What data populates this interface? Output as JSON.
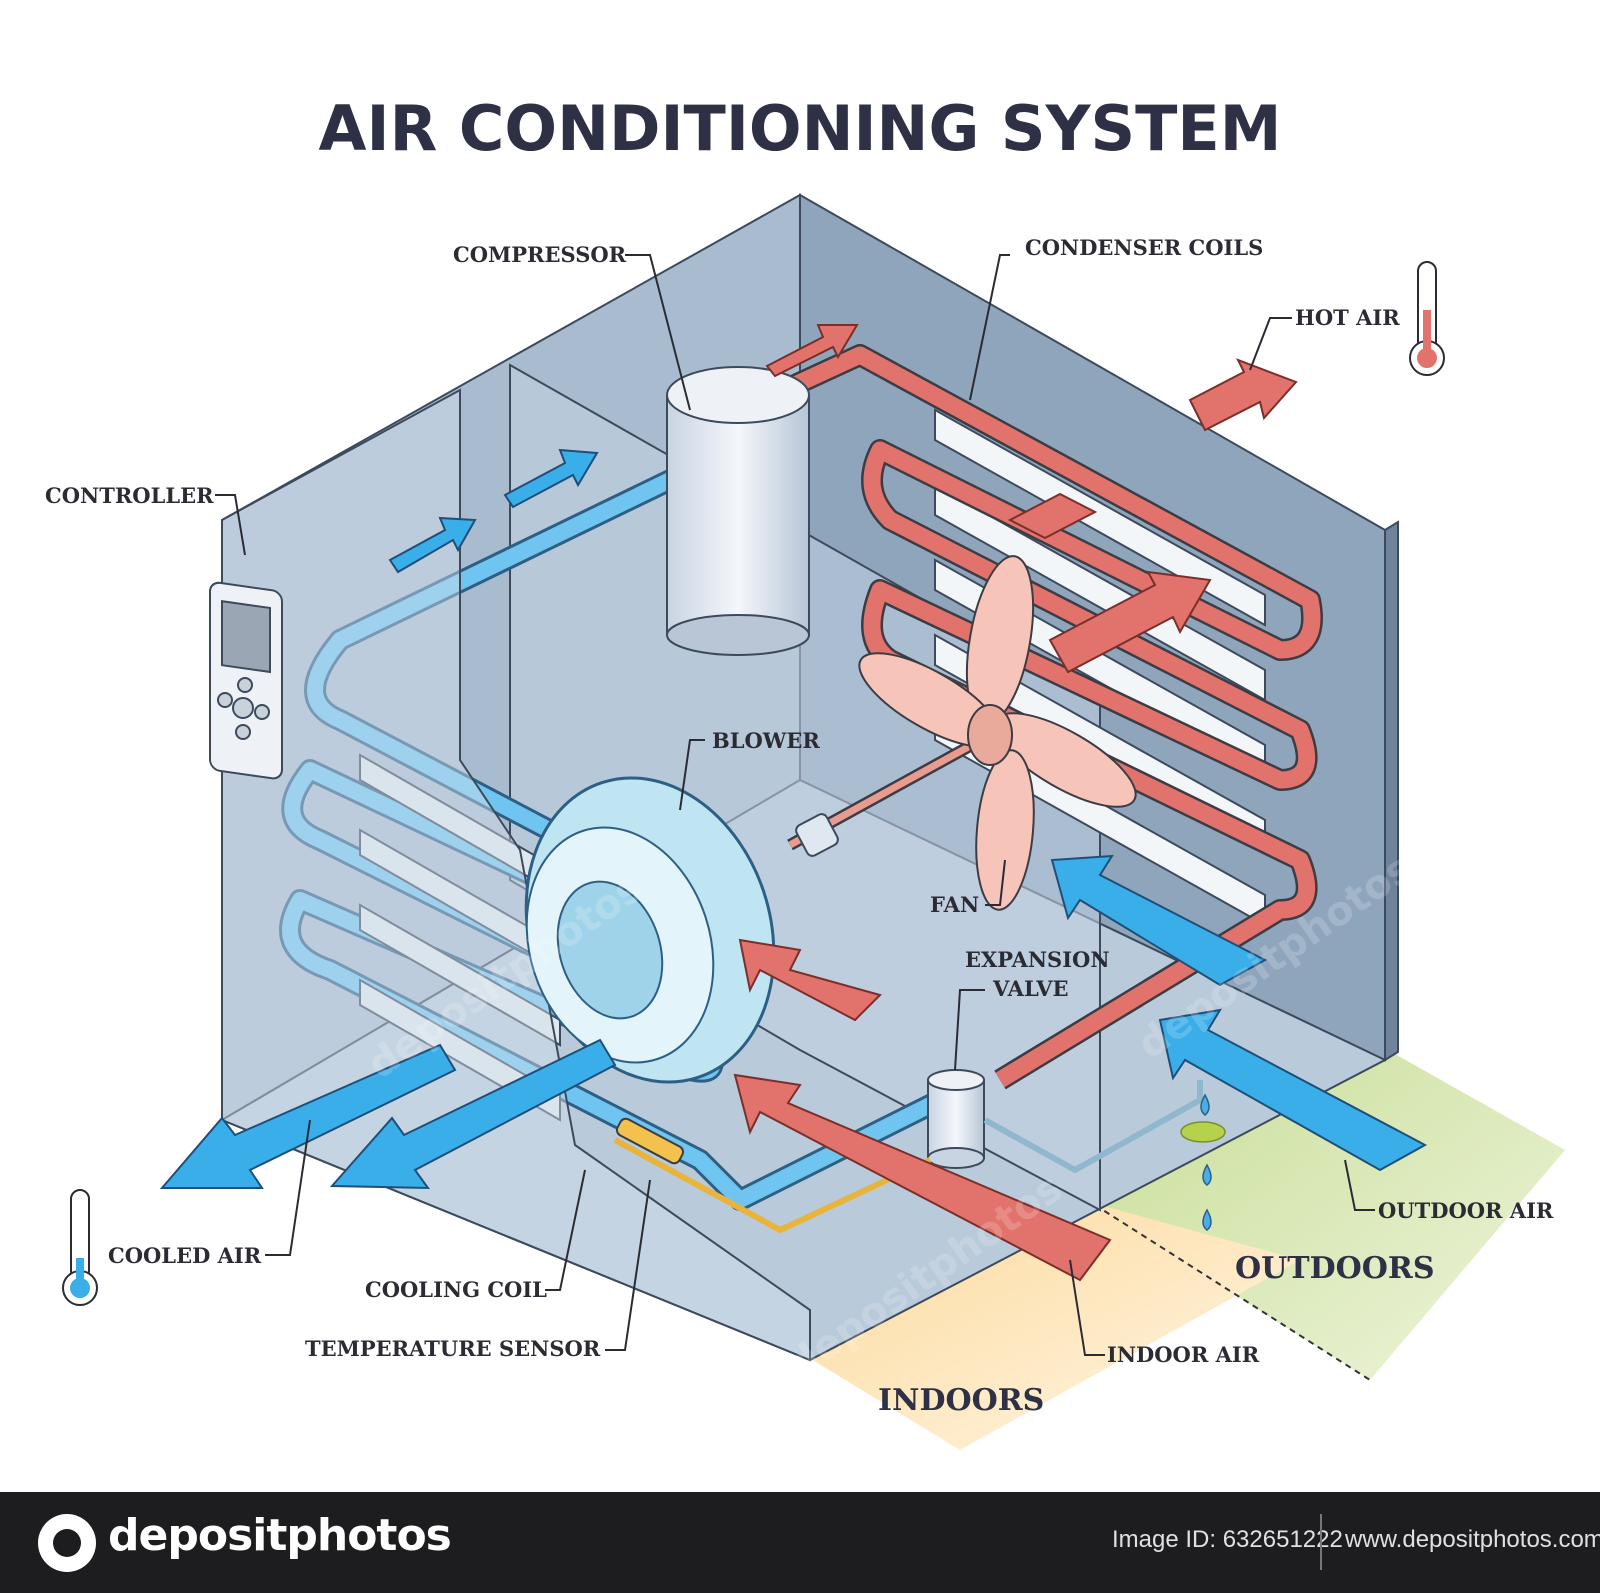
{
  "title": "AIR CONDITIONING SYSTEM",
  "labels": {
    "compressor": "COMPRESSOR",
    "condenser_coils": "CONDENSER COILS",
    "hot_air": "HOT AIR",
    "controller": "CONTROLLER",
    "blower": "BLOWER",
    "fan": "FAN",
    "expansion_valve_line1": "EXPANSION",
    "expansion_valve_line2": "VALVE",
    "cooled_air": "COOLED AIR",
    "cooling_coil": "COOLING COIL",
    "temperature_sensor": "TEMPERATURE SENSOR",
    "indoor_air": "INDOOR AIR",
    "outdoor_air": "OUTDOOR AIR",
    "outdoors": "OUTDOORS",
    "indoors": "INDOORS"
  },
  "watermark": "depositphotos",
  "footer": {
    "brand": "depositphotos",
    "image_id": "Image ID: 632651222",
    "site": "www.depositphotos.com"
  },
  "colors": {
    "cold": "#3aaee8",
    "hot": "#e2726c",
    "housing": "#9fb3c8",
    "outdoor_ground": "#cfe0a8",
    "indoor_ground": "#fde3b0"
  }
}
